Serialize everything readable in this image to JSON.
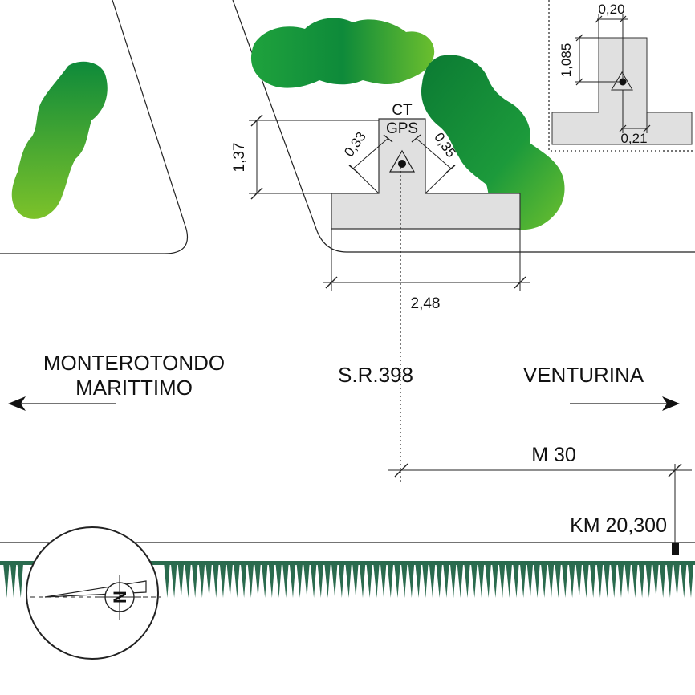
{
  "labels": {
    "town_left_line1": "MONTEROTONDO",
    "town_left_line2": "MARITTIMO",
    "road": "S.R.398",
    "town_right": "VENTURINA",
    "distance": "M 30",
    "km_marker": "KM 20,300",
    "ct": "CT",
    "gps": "GPS",
    "north": "N"
  },
  "dimensions": {
    "width": "2,48",
    "height": "1,37",
    "offset_left": "0,33",
    "offset_right": "0,35"
  },
  "inset": {
    "top": "0,20",
    "height": "1,085",
    "bottom": "0,21"
  },
  "colors": {
    "base_fill": "#e0e0e0",
    "tree_dark": "#0e8a3a",
    "tree_light": "#7cc22a",
    "hedge": "#2a6b4e"
  }
}
